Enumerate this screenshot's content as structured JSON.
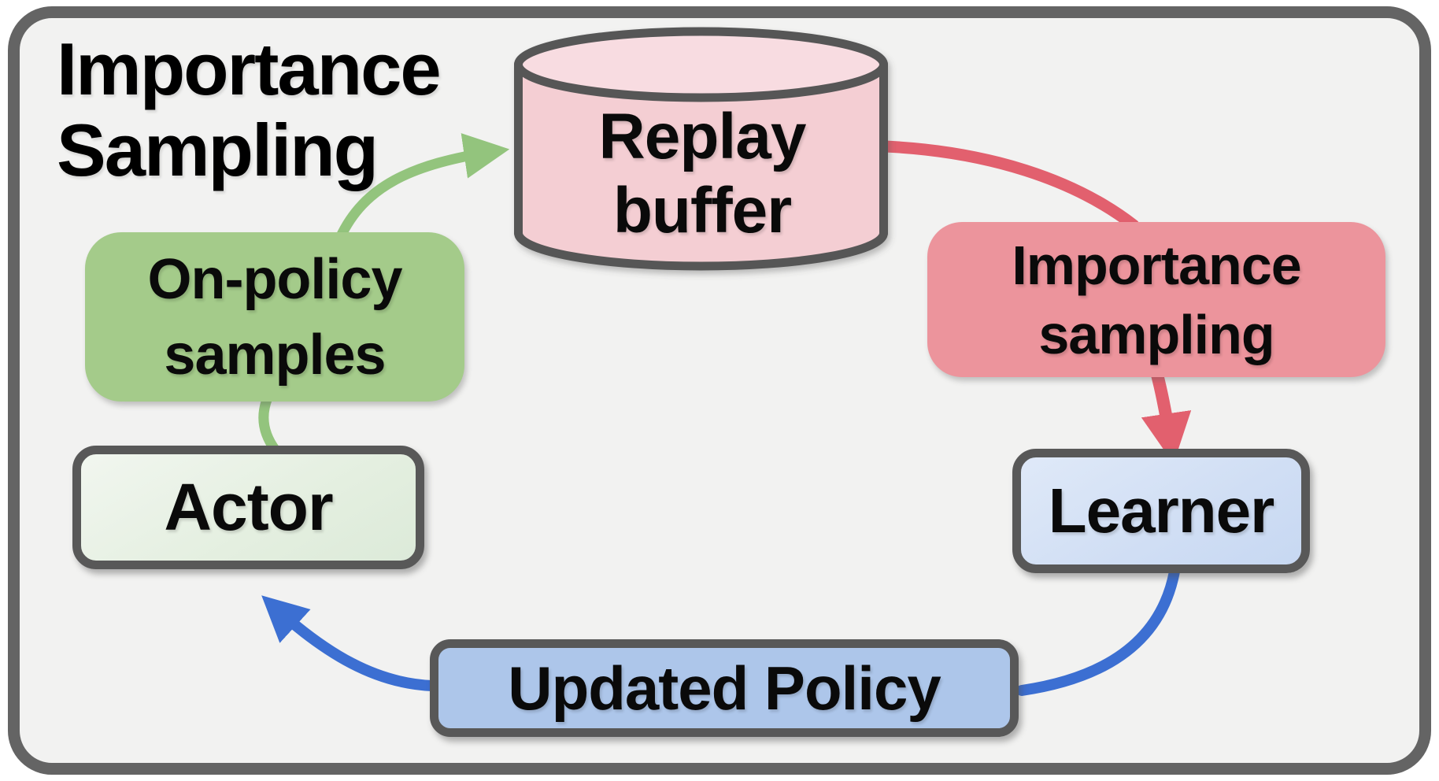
{
  "diagram": {
    "title": {
      "line1": "Importance",
      "line2": "Sampling"
    },
    "nodes": {
      "replay_buffer": {
        "type": "cylinder",
        "line1": "Replay",
        "line2": "buffer",
        "fill": "#f4ced3",
        "top_fill": "#f8dce1",
        "stroke": "#575757"
      },
      "on_policy_samples": {
        "type": "rounded-label",
        "line1": "On-policy",
        "line2": "samples",
        "fill": "#a4cb8a"
      },
      "actor": {
        "type": "bordered-box",
        "label": "Actor",
        "fill": "#e4efe0",
        "stroke": "#585858"
      },
      "importance_sampling": {
        "type": "rounded-label",
        "line1": "Importance",
        "line2": "sampling",
        "fill": "#ec949c"
      },
      "learner": {
        "type": "bordered-box",
        "label": "Learner",
        "fill": "#d0def4",
        "stroke": "#585858"
      },
      "updated_policy": {
        "type": "bordered-box",
        "label": "Updated Policy",
        "fill": "#adc6ea",
        "stroke": "#585858"
      }
    },
    "edges": {
      "actor_to_replay_buffer": {
        "color": "#93c47d",
        "direction": "up-right",
        "has_arrowhead": true
      },
      "on_policy_to_actor_connector": {
        "color": "#93c47d",
        "direction": "down",
        "has_arrowhead": false
      },
      "replay_buffer_to_importance_sampling": {
        "color": "#e2606e",
        "direction": "down-right",
        "has_arrowhead": false
      },
      "importance_sampling_to_learner": {
        "color": "#e2606e",
        "direction": "down",
        "has_arrowhead": true
      },
      "learner_to_updated_policy": {
        "color": "#3c6fd2",
        "direction": "down-left",
        "has_arrowhead": false
      },
      "updated_policy_to_actor": {
        "color": "#3c6fd2",
        "direction": "up-left",
        "has_arrowhead": true
      }
    },
    "frame": {
      "background": "#f2f2f1",
      "border_color": "#646464"
    }
  }
}
